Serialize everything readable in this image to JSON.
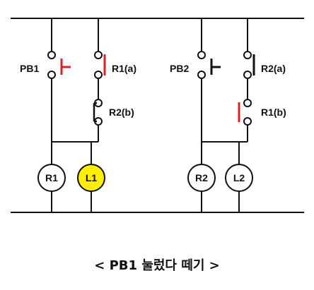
{
  "labels": {
    "pb1": "PB1",
    "pb2": "PB2",
    "r1a": "R1(a)",
    "r2b": "R2(b)",
    "r2a": "R2(a)",
    "r1b": "R1(b)",
    "coil_r1": "R1",
    "coil_l1": "L1",
    "coil_r2": "R2",
    "coil_l2": "L2"
  },
  "caption": "< PB1 눌렀다 떼기 >",
  "colors": {
    "wire": "#111111",
    "active_contact": "#e02020",
    "lamp_on": "#ffee00",
    "lamp_off": "#ffffff"
  },
  "states": {
    "L1": "on",
    "L2": "off"
  }
}
